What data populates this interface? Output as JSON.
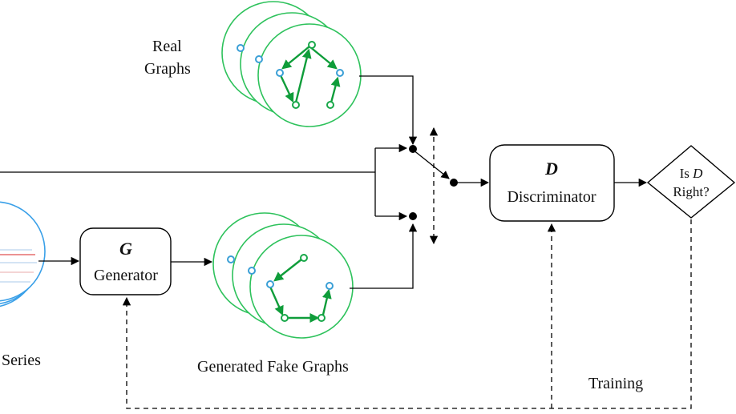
{
  "labels": {
    "real_graphs_line1": "Real",
    "real_graphs_line2": "Graphs",
    "series_partial": "Series",
    "generated_fake_graphs": "Generated Fake Graphs",
    "training": "Training"
  },
  "generator": {
    "letter": "G",
    "name": "Generator"
  },
  "discriminator": {
    "letter": "D",
    "name": "Discriminator"
  },
  "decision": {
    "line1_prefix": "Is ",
    "line1_var": "D",
    "line2": "Right?"
  },
  "colors": {
    "graph_circle": "#2ec25c",
    "edge": "#0f9d3a",
    "node_blue": "#3a9fd6",
    "node_green": "#19a84a",
    "line": "#000000",
    "timeseries_circle": "#3aa0e8"
  }
}
